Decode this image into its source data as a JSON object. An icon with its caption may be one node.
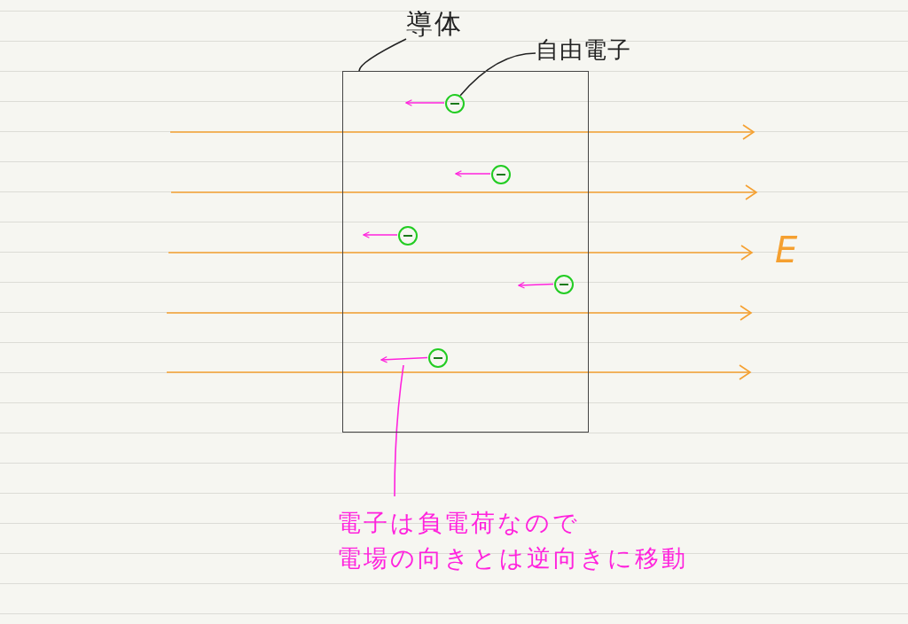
{
  "diagram": {
    "nodes": [
      {
        "text": [],
        "shape": "box"
      },
      {
        "text": [
          "導体"
        ]
      },
      {
        "text": [
          "自由電子"
        ]
      },
      {
        "text": [],
        "shape": "circle",
        "in": 0
      },
      {
        "text": [],
        "shape": "circle",
        "in": 0
      },
      {
        "text": [],
        "shape": "circle",
        "in": 0
      },
      {
        "text": [],
        "shape": "circle",
        "in": 0
      },
      {
        "text": [],
        "shape": "circle",
        "in": 0
      },
      {
        "text": [
          "電子は負電荷なので",
          "電場の向きとは逆向きに移動"
        ]
      }
    ],
    "edges": [
      {
        "from": 1,
        "to": 0,
        "arrow": "none",
        "color": "#222222"
      },
      {
        "from": 2,
        "to": 3,
        "arrow": "none",
        "color": "#222222"
      },
      {
        "from": 3,
        "to": null,
        "arrow": "to"
      },
      {
        "from": 4,
        "to": null,
        "arrow": "to"
      },
      {
        "from": 5,
        "to": null,
        "arrow": "to"
      },
      {
        "from": 6,
        "to": null,
        "arrow": "to"
      },
      {
        "from": 7,
        "to": null,
        "arrow": "to"
      },
      {
        "from": 8,
        "to": null,
        "arrow": "none"
      }
    ],
    "labels": [
      "E"
    ]
  }
}
